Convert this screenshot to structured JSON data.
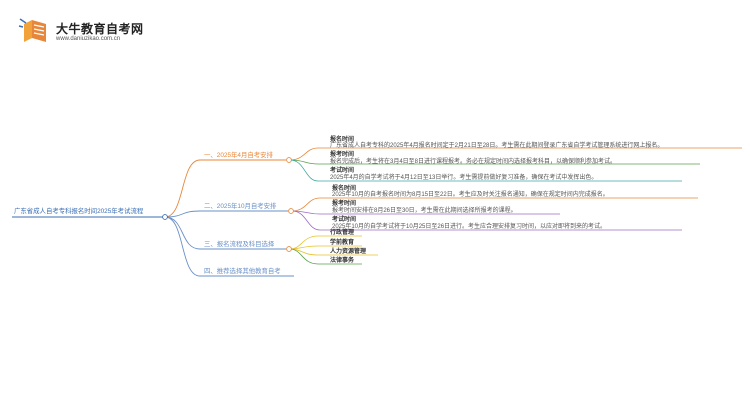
{
  "header": {
    "site_name": "大牛教育自考网",
    "site_url": "www.daniuzikao.com.cn"
  },
  "mindmap": {
    "root": "广东省成人自考专科报名时间2025年考试流程",
    "branches": [
      {
        "label": "一、2025年4月自考安排",
        "items": [
          {
            "heading": "报名时间",
            "text": "广东省成人自考专科的2025年4月报名时间定于2月21日至28日。考生需在此期间登录广东省自学考试管理系统进行网上报名。"
          },
          {
            "heading": "报考时间",
            "text": "报名完成后，考生将在3月4日至8日进行课程报考。务必在规定时间内选择报考科目，以确保顺利参加考试。"
          },
          {
            "heading": "考试时间",
            "text": "2025年4月的自学考试将于4月12日至13日举行。考生需提前做好复习准备，确保在考试中发挥出色。"
          }
        ]
      },
      {
        "label": "二、2025年10月自考安排",
        "items": [
          {
            "heading": "报名时间",
            "text": "2025年10月的自考报名时间为8月15日至22日。考生应及时关注报名通知，确保在规定时间内完成报名。"
          },
          {
            "heading": "报考时间",
            "text": "报考时间安排在8月26日至30日，考生需在此期间选择所报考的课程。"
          },
          {
            "heading": "考试时间",
            "text": "2025年10月的自学考试将于10月25日至26日进行。考生应合理安排复习时间，以应对即将到来的考试。"
          }
        ]
      },
      {
        "label": "三、报名流程及科目选择",
        "items": [
          {
            "heading": "行政管理"
          },
          {
            "heading": "学前教育"
          },
          {
            "heading": "人力资源管理"
          },
          {
            "heading": "法律事务"
          }
        ]
      },
      {
        "label": "四、推荐选择其他教育自考"
      }
    ]
  },
  "colors": {
    "root_line": "#3b6fb5",
    "orange": "#e8873a",
    "blue": "#6a90c8",
    "green": "#5aa04a",
    "teal": "#3aa7a0",
    "purple": "#9b6cc2",
    "yellow": "#e6c229"
  }
}
